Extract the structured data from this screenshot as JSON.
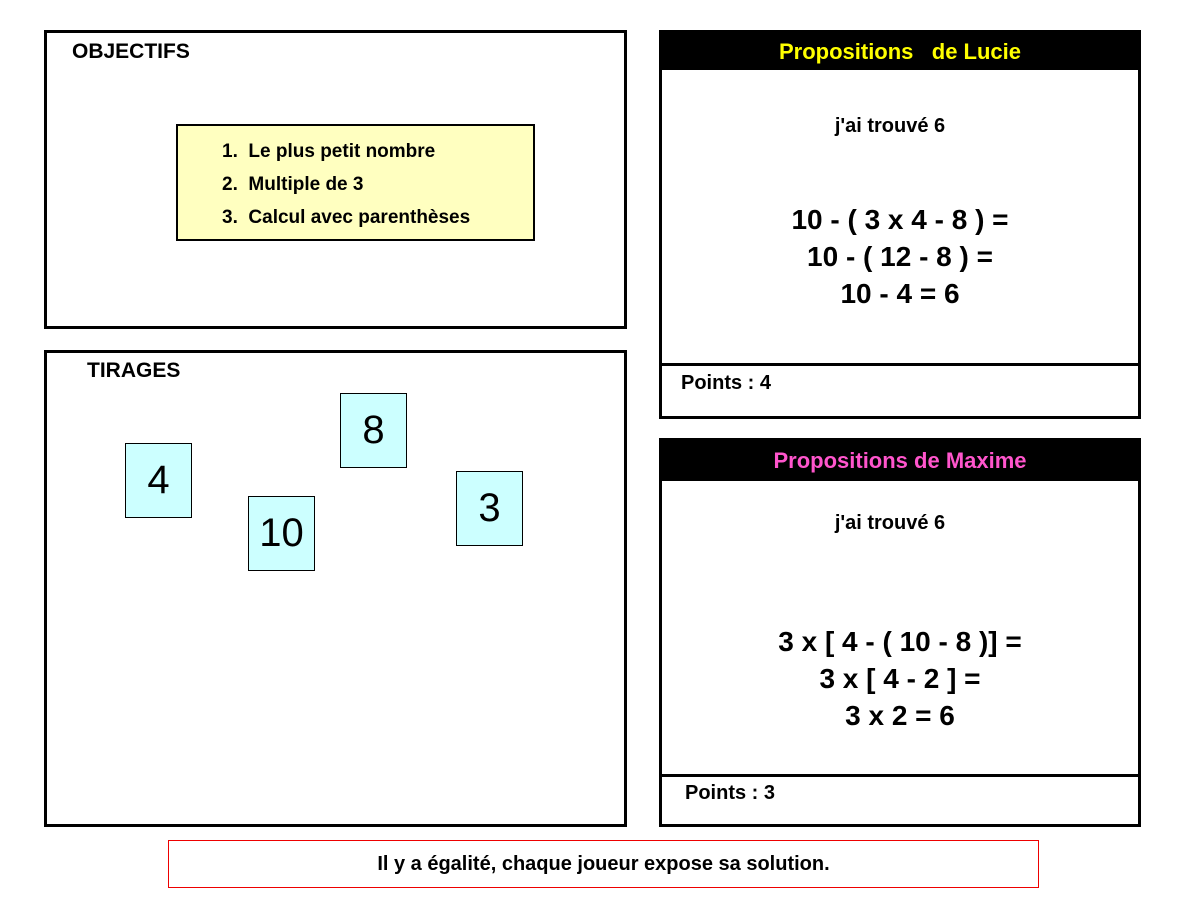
{
  "objectifs": {
    "title": "OBJECTIFS",
    "items": [
      "1.  Le plus petit nombre",
      "2.  Multiple de 3",
      "3.  Calcul avec parenthèses"
    ]
  },
  "tirages": {
    "title": "TIRAGES",
    "cards": [
      "4",
      "10",
      "8",
      "3"
    ]
  },
  "lucie": {
    "title": "Propositions   de Lucie",
    "title_color": "#ffff00",
    "found": "j'ai trouvé 6",
    "calc": [
      "10 - ( 3 x 4 - 8 ) =",
      "10 - ( 12 - 8 ) =",
      "10 - 4 = 6"
    ],
    "points": "Points : 4"
  },
  "maxime": {
    "title": "Propositions de Maxime",
    "title_color": "#ff55cc",
    "found": "j'ai trouvé 6",
    "calc": [
      "3 x [ 4 - ( 10 - 8 )] =",
      "3 x [ 4 - 2 ] =",
      "3 x 2 = 6"
    ],
    "points": "Points : 3"
  },
  "message": "Il y a égalité, chaque joueur expose sa solution."
}
